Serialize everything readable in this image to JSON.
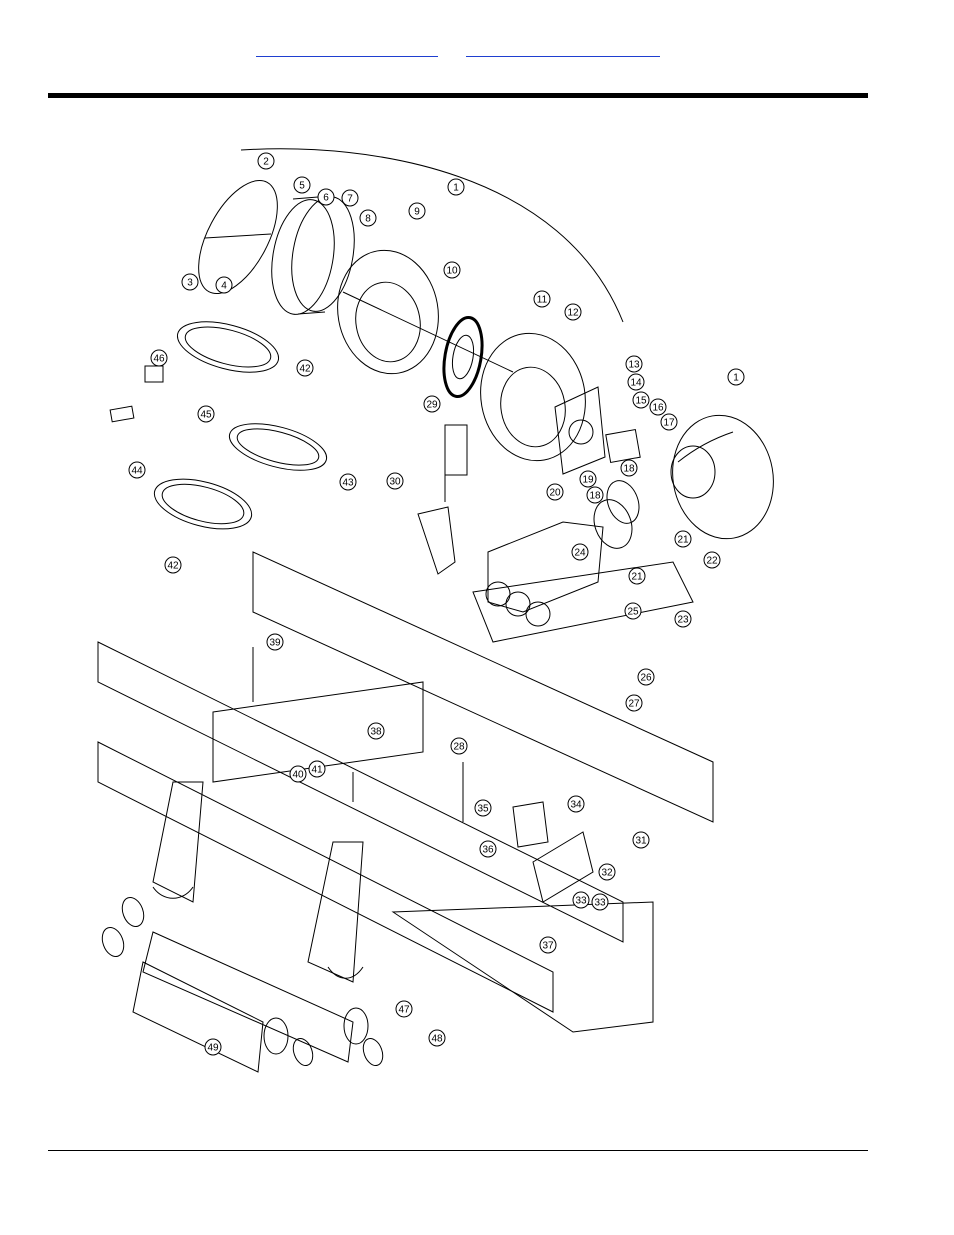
{
  "header": {
    "links": [
      {
        "id": "link-1",
        "label": ""
      },
      {
        "id": "link-2",
        "label": ""
      }
    ]
  },
  "diagram": {
    "callouts": [
      {
        "num": "1"
      },
      {
        "num": "2"
      },
      {
        "num": "3"
      },
      {
        "num": "4"
      },
      {
        "num": "5"
      },
      {
        "num": "6"
      },
      {
        "num": "7"
      },
      {
        "num": "8"
      },
      {
        "num": "9"
      },
      {
        "num": "10"
      },
      {
        "num": "11"
      },
      {
        "num": "12"
      },
      {
        "num": "13"
      },
      {
        "num": "14"
      },
      {
        "num": "15"
      },
      {
        "num": "16"
      },
      {
        "num": "17"
      },
      {
        "num": "1"
      },
      {
        "num": "18"
      },
      {
        "num": "19"
      },
      {
        "num": "18"
      },
      {
        "num": "20"
      },
      {
        "num": "21"
      },
      {
        "num": "22"
      },
      {
        "num": "24"
      },
      {
        "num": "21"
      },
      {
        "num": "25"
      },
      {
        "num": "23"
      },
      {
        "num": "26"
      },
      {
        "num": "27"
      },
      {
        "num": "28"
      },
      {
        "num": "29"
      },
      {
        "num": "30"
      },
      {
        "num": "46"
      },
      {
        "num": "45"
      },
      {
        "num": "42"
      },
      {
        "num": "43"
      },
      {
        "num": "44"
      },
      {
        "num": "42"
      },
      {
        "num": "39"
      },
      {
        "num": "38"
      },
      {
        "num": "40"
      },
      {
        "num": "41"
      },
      {
        "num": "34"
      },
      {
        "num": "35"
      },
      {
        "num": "31"
      },
      {
        "num": "36"
      },
      {
        "num": "32"
      },
      {
        "num": "33"
      },
      {
        "num": "33"
      },
      {
        "num": "37"
      },
      {
        "num": "47"
      },
      {
        "num": "48"
      },
      {
        "num": "49"
      }
    ]
  }
}
